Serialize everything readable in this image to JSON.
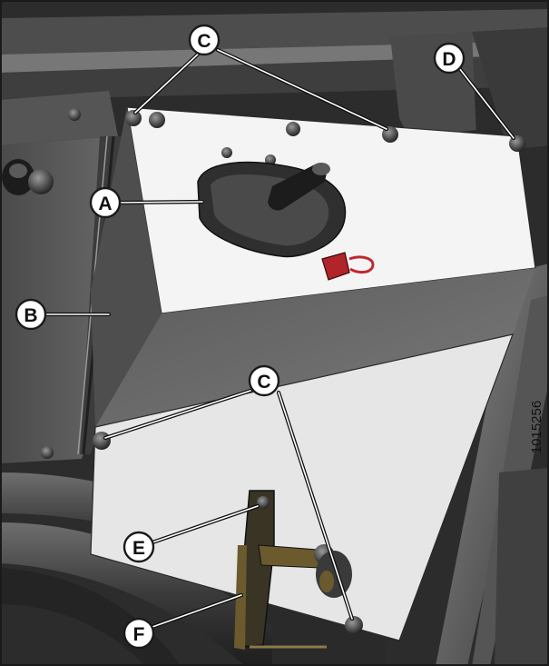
{
  "figure": {
    "part_number": "1015256",
    "callouts": {
      "A": "A",
      "B": "B",
      "C_top": "C",
      "C_bottom": "C",
      "D": "D",
      "E": "E",
      "F": "F"
    }
  },
  "colors": {
    "background_dark": "#2e2e2e",
    "frame_gray": "#5a5a5a",
    "cover_white": "#f2f2f2",
    "cover_shadow": "#6b6b6b",
    "bracket_brass": "#6b5a2e",
    "handle_red": "#c0282d",
    "callout_stroke": "#1a1a1a"
  }
}
